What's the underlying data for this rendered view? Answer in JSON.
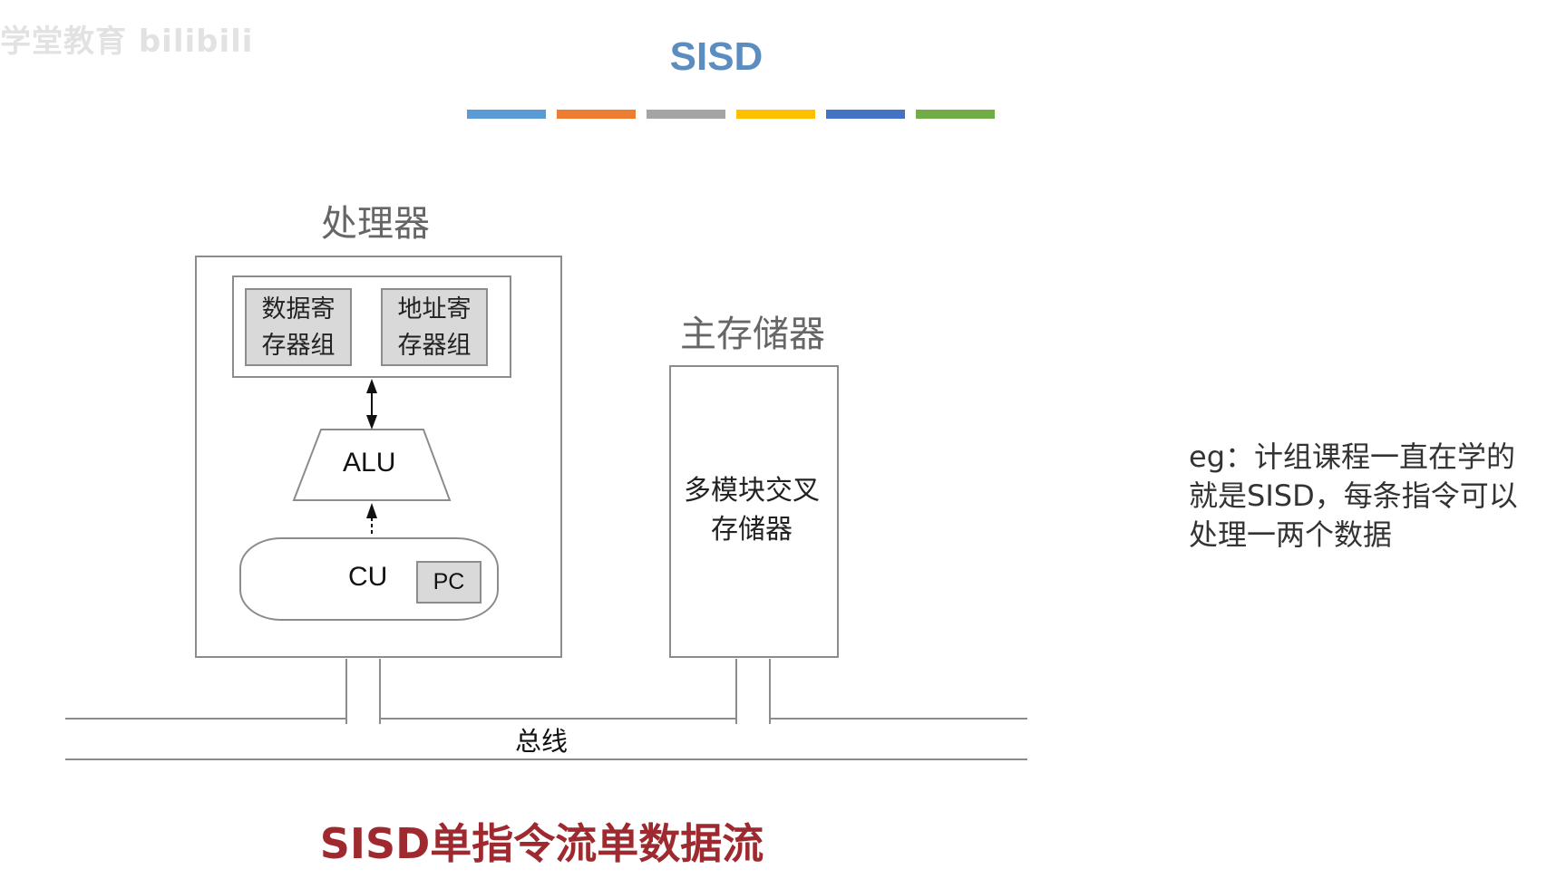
{
  "watermark": "学堂教育 bilibili",
  "title": "SISD",
  "color_bar": [
    "#5b9bd5",
    "#ed7d31",
    "#a5a5a5",
    "#ffc000",
    "#4472c4",
    "#70ad47"
  ],
  "processor": {
    "heading": "处理器",
    "data_regs": [
      "数据寄",
      "存器组"
    ],
    "addr_regs": [
      "地址寄",
      "存器组"
    ],
    "alu": "ALU",
    "cu": "CU",
    "pc": "PC"
  },
  "memory": {
    "heading": "主存储器",
    "lines": [
      "多模块交叉",
      "存储器"
    ]
  },
  "bus": {
    "label": "总线"
  },
  "bottom_title": "SISD单指令流单数据流",
  "note": {
    "lines": [
      "eg：计组课程一直在学的",
      "就是SISD，每条指令可以",
      "处理一两个数据"
    ]
  }
}
